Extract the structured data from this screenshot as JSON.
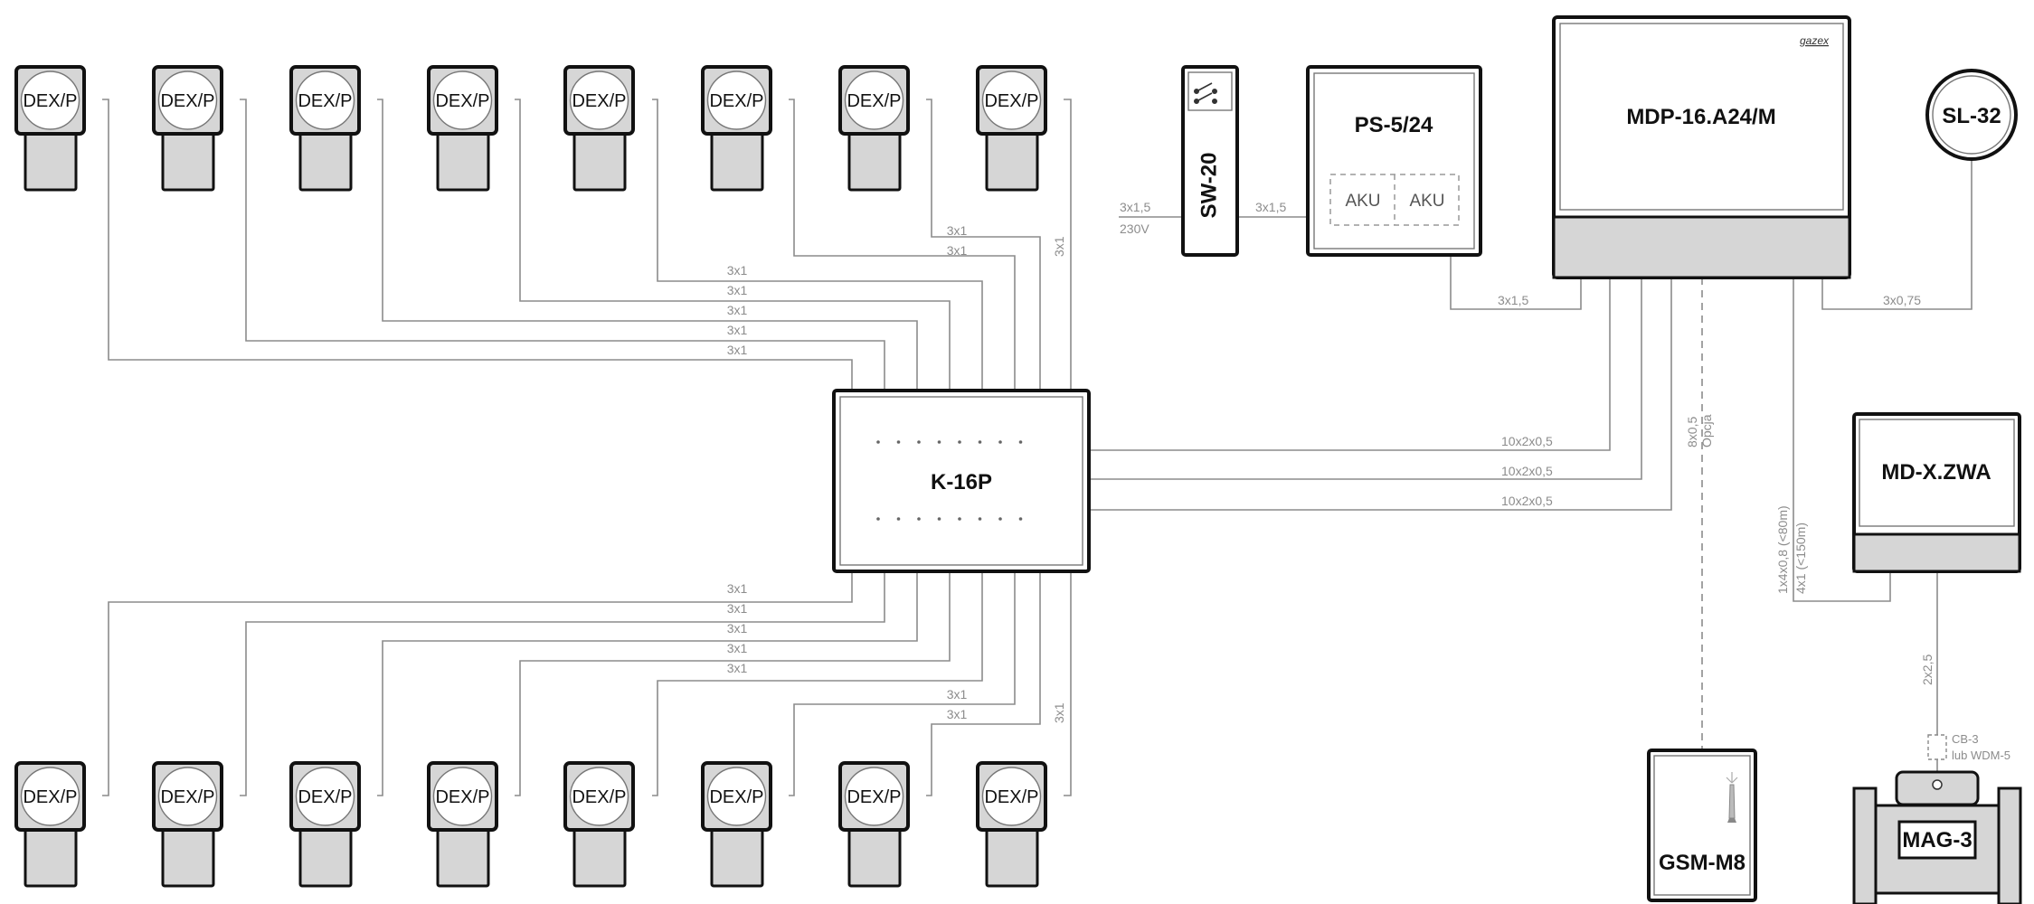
{
  "diagram": {
    "brand": "gazex",
    "detector_label": "DEX/P",
    "devices": {
      "switch": "SW-20",
      "psu": "PS-5/24",
      "battery": "AKU",
      "controller": "MDP-16.A24/M",
      "siren": "SL-32",
      "junction": "K-16P",
      "relay_module": "MD-X.ZWA",
      "gsm": "GSM-M8",
      "valve": "MAG-3",
      "valve_accessory_line1": "CB-3",
      "valve_accessory_line2": "lub WDM-5"
    },
    "cables": {
      "mains": "3x1,5",
      "mains_voltage": "230V",
      "switch_to_psu": "3x1,5",
      "psu_to_controller": "3x1,5",
      "controller_to_siren": "3x0,75",
      "detector": "3x1",
      "bus": "10x2x0,5",
      "gsm": "8x0,5",
      "gsm_option": "Opcja",
      "relay_a": "1x4x0,8 (<80m)",
      "relay_b": "4x1 (<150m)",
      "valve": "2x2,5"
    }
  },
  "colors": {
    "stroke": "#111111",
    "wire": "#8c8c8c",
    "fill_gray": "#d6d6d6",
    "background": "#ffffff"
  }
}
